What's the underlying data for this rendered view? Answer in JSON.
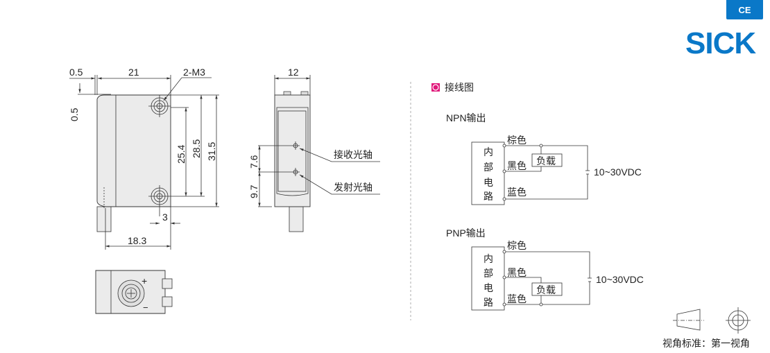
{
  "logo": {
    "certification": "CE",
    "brand": "SICK",
    "brand_color": "#0a78c8"
  },
  "side_view": {
    "dims": {
      "offset_top": "0.5",
      "width": "21",
      "thread": "2-M3",
      "offset_side": "0.5",
      "hole_pitch": "25.4",
      "inner_height": "28.5",
      "height": "31.5",
      "hole_offset": "3",
      "cable_offset": "18.3"
    }
  },
  "front_view": {
    "dims": {
      "width": "12",
      "receiver_offset": "7.6",
      "emitter_offset": "9.7"
    },
    "labels": {
      "receiver_axis": "接收光轴",
      "emitter_axis": "发射光轴"
    }
  },
  "wiring": {
    "section_title": "接线图",
    "section_marker_color": "#e0187a",
    "circuits": [
      {
        "title": "NPN输出",
        "internal": [
          "内",
          "部",
          "电",
          "路"
        ],
        "wires": [
          "棕色",
          "黑色",
          "蓝色"
        ],
        "load": "负载",
        "supply": "10~30VDC"
      },
      {
        "title": "PNP输出",
        "internal": [
          "内",
          "部",
          "电",
          "路"
        ],
        "wires": [
          "棕色",
          "黑色",
          "蓝色"
        ],
        "load": "负载",
        "supply": "10~30VDC"
      }
    ]
  },
  "projection": {
    "label": "视角标准：第一视角"
  }
}
